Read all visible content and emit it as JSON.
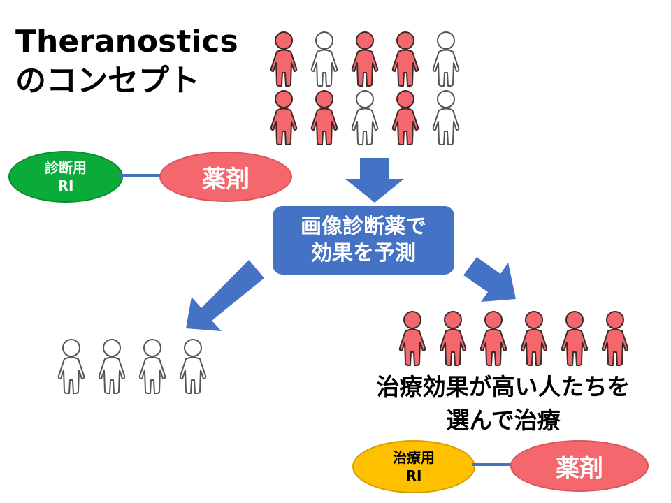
{
  "title": {
    "line1": "Theranostics",
    "line2": "のコンセプト"
  },
  "diagnostic_pair": {
    "ri_line1": "診断用",
    "ri_line2": "RI",
    "drug": "薬剤"
  },
  "center_box": {
    "line1": "画像診断薬で",
    "line2": "効果を予測"
  },
  "caption": {
    "line1": "治療効果が高い人たちを",
    "line2": "選んで治療"
  },
  "therapy_pair": {
    "ri_line1": "治療用",
    "ri_line2": "RI",
    "drug": "薬剤"
  },
  "colors": {
    "red_person": "#f4676c",
    "white_person": "#ffffff",
    "arrow_blue": "#4472c4",
    "diagnostic_ri": "#0bab3a",
    "therapy_ri": "#ffc000",
    "drug": "#f4676c"
  },
  "groups": {
    "population_row1": [
      "red",
      "white",
      "red",
      "red",
      "white"
    ],
    "population_row2": [
      "red",
      "red",
      "white",
      "red",
      "white"
    ],
    "non_responders": [
      "white",
      "white",
      "white",
      "white"
    ],
    "responders": [
      "red",
      "red",
      "red",
      "red",
      "red",
      "red"
    ]
  }
}
